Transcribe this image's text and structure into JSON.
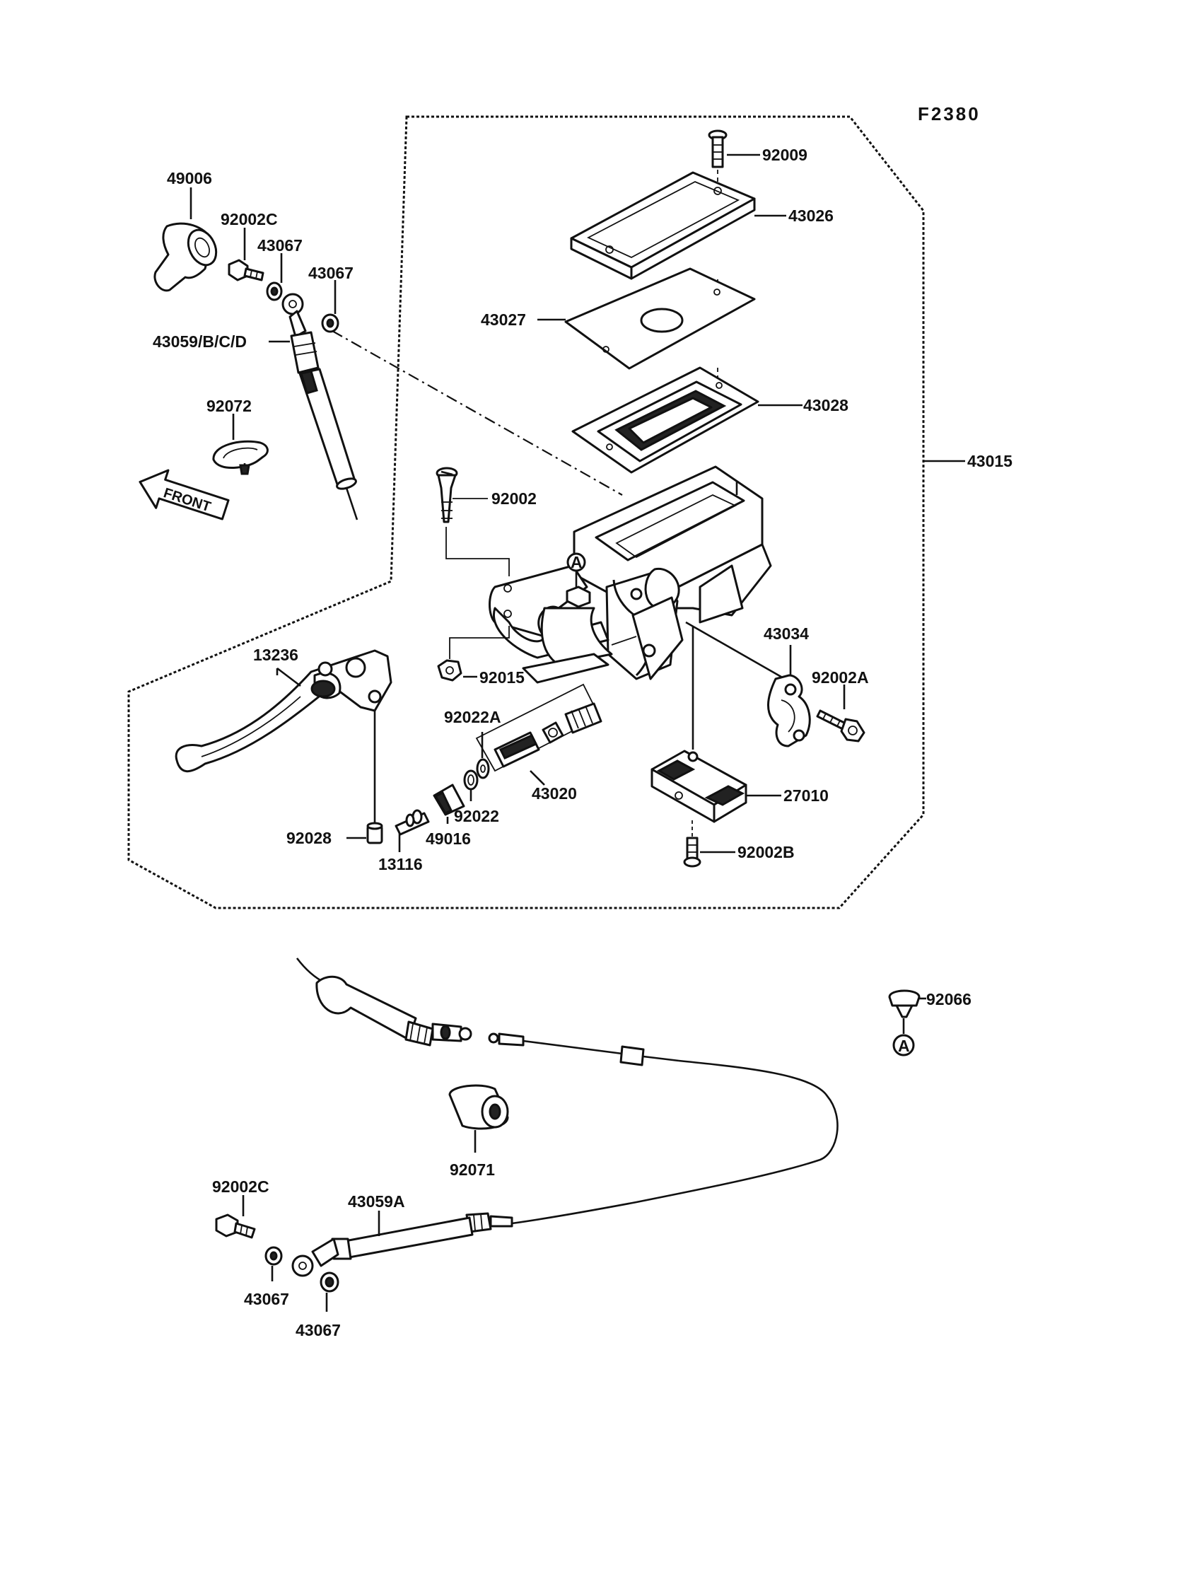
{
  "figure_code": "F2380",
  "front_label": "FRONT",
  "ref_marker": "A",
  "parts": {
    "p92009": "92009",
    "p43026": "43026",
    "p43027": "43027",
    "p43028": "43028",
    "p43015": "43015",
    "p49006": "49006",
    "p92002C_top": "92002C",
    "p43067_a": "43067",
    "p43067_b": "43067",
    "p43059BCD": "43059/B/C/D",
    "p92072": "92072",
    "p92002": "92002",
    "p43034": "43034",
    "p92002A": "92002A",
    "p13236": "13236",
    "p92015": "92015",
    "p92022A": "92022A",
    "p43020": "43020",
    "p92022": "92022",
    "p27010": "27010",
    "p49016": "49016",
    "p92028": "92028",
    "p13116": "13116",
    "p92002B": "92002B",
    "p92066": "92066",
    "p92071": "92071",
    "p92002C_bottom": "92002C",
    "p43059A": "43059A",
    "p43067_c": "43067",
    "p43067_d": "43067"
  }
}
